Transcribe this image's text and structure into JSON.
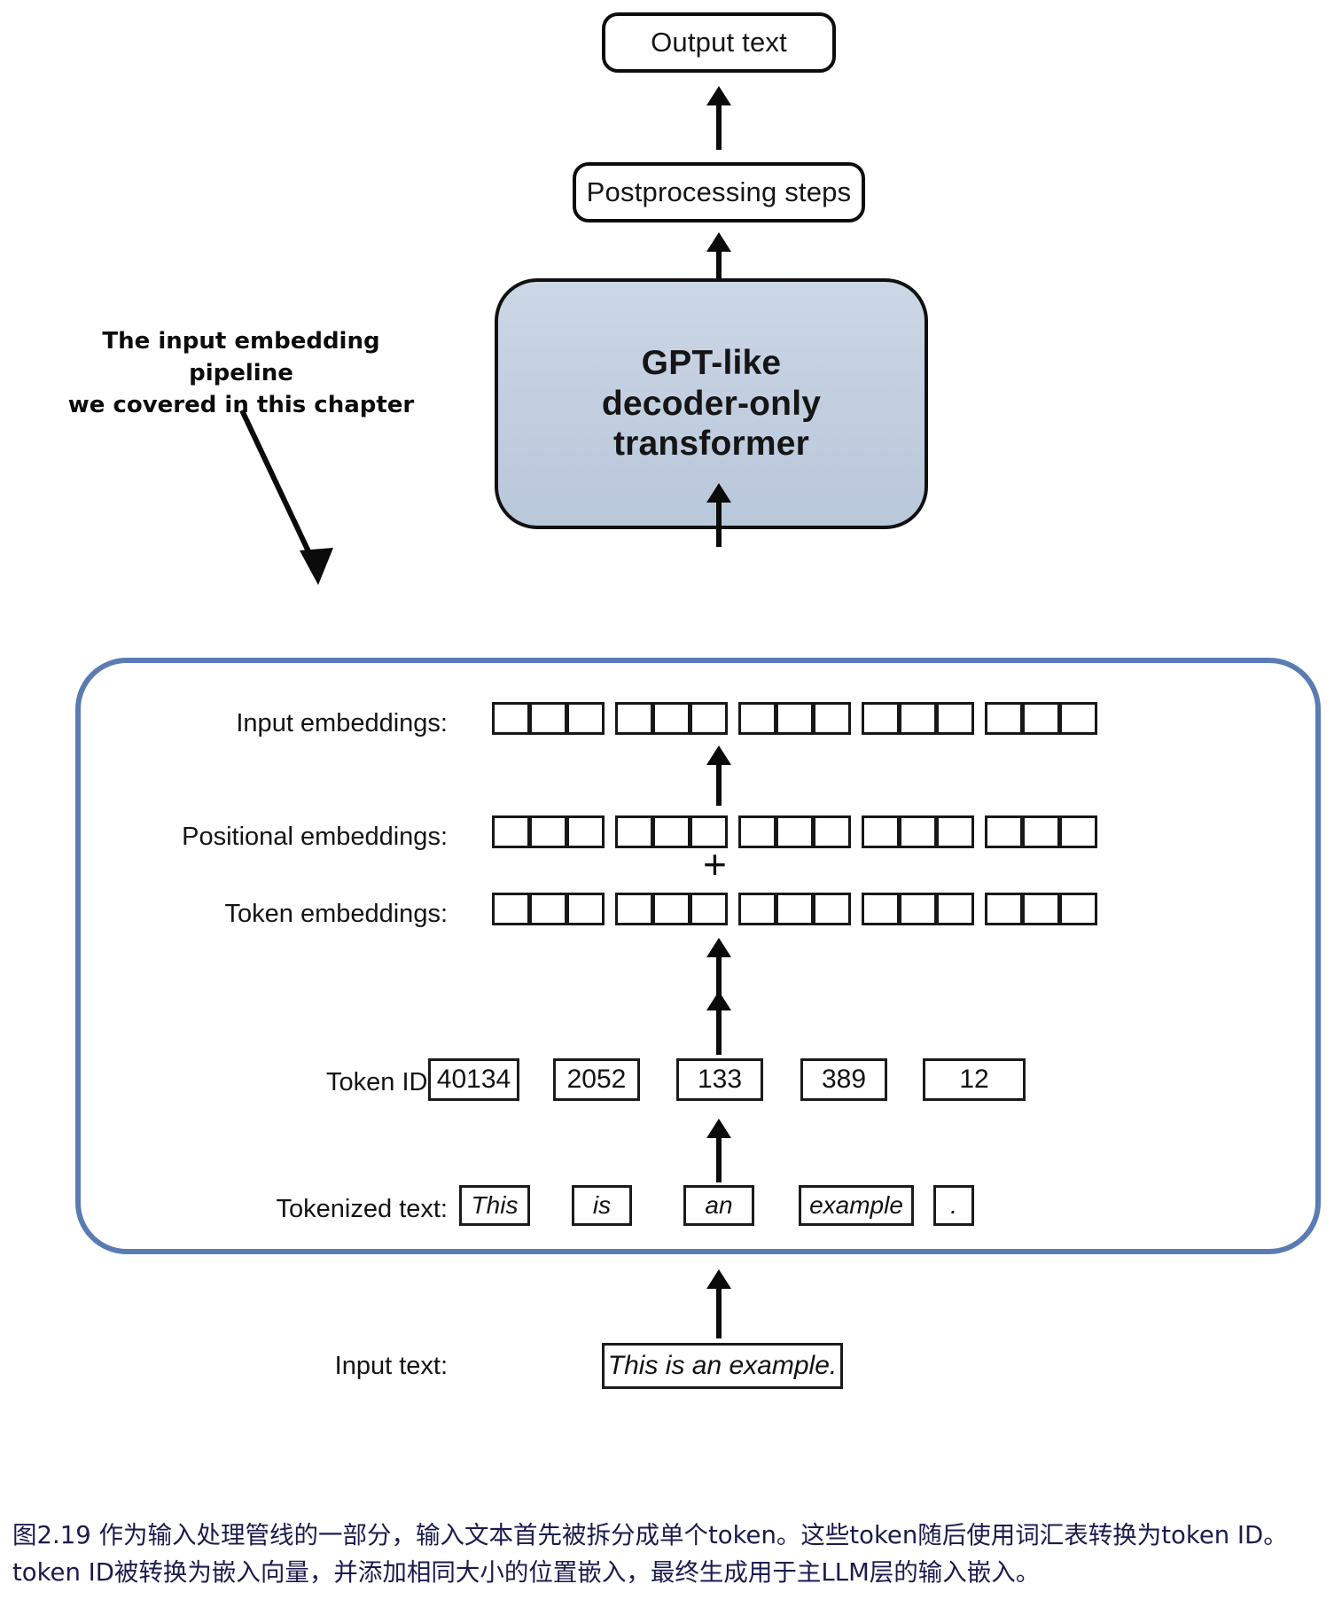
{
  "figure": {
    "id": "figure-2-19",
    "caption": "图2.19 作为输入处理管线的一部分，输入文本首先被拆分成单个token。这些token随后使用词汇表转换为token ID。token ID被转换为嵌入向量，并添加相同大小的位置嵌入，最终生成用于主LLM层的输入嵌入。",
    "caption_color": "#1b1b4e"
  },
  "top_flow": {
    "output_text": "Output text",
    "postprocessing": "Postprocessing steps",
    "transformer": {
      "line1": "GPT-like",
      "line2": "decoder-only",
      "line3": "transformer",
      "fill_color": "#c5d1e2"
    }
  },
  "annotation": {
    "line1": "The input embedding pipeline",
    "line2": "we covered in this chapter"
  },
  "pipeline": {
    "border_color": "#5a7cb3",
    "rows": {
      "input_embeddings": {
        "label": "Input embeddings:",
        "groups": 5,
        "cells_per_group": 3
      },
      "positional_embeddings": {
        "label": "Positional embeddings:",
        "groups": 5,
        "cells_per_group": 3
      },
      "token_embeddings": {
        "label": "Token embeddings:",
        "groups": 5,
        "cells_per_group": 3
      },
      "token_ids": {
        "label": "Token IDs:",
        "values": [
          "40134",
          "2052",
          "133",
          "389",
          "12"
        ]
      },
      "tokenized_text": {
        "label": "Tokenized text:",
        "values": [
          "This",
          "is",
          "an",
          "example",
          "."
        ]
      },
      "input_text": {
        "label": "Input text:",
        "value": "This is an example."
      }
    },
    "operator": "+"
  }
}
